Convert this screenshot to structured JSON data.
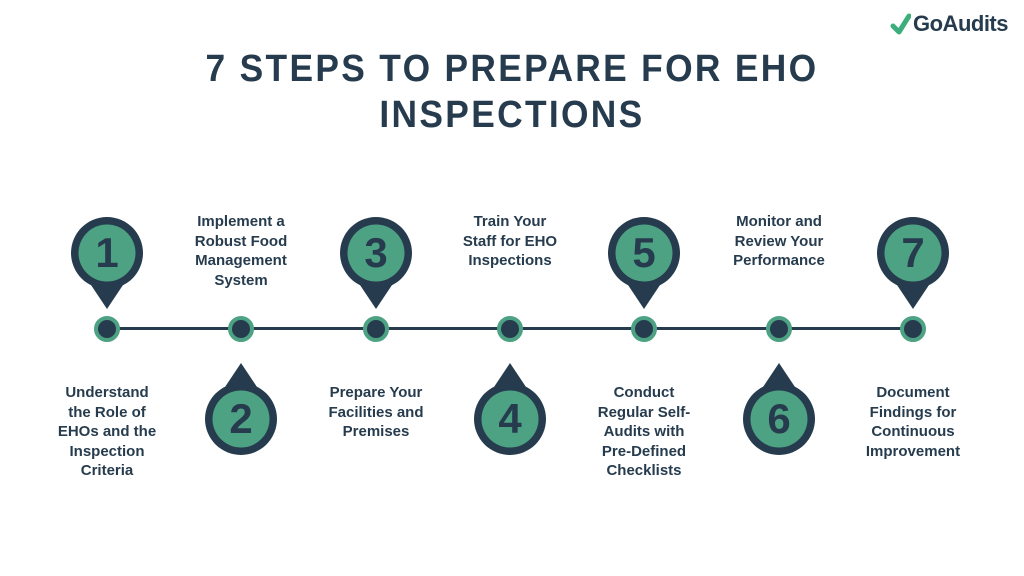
{
  "colors": {
    "navy": "#263C4E",
    "green": "#4EA284",
    "logogreen": "#3BAE7C",
    "bg": "#FFFFFF"
  },
  "brand": {
    "logo_text": "GoAudits",
    "checkmark_icon": "green-checkmark"
  },
  "title": {
    "line1": "7 STEPS TO PREPARE FOR EHO",
    "line2": "INSPECTIONS"
  },
  "steps": [
    {
      "number": "1",
      "pin_position": "above",
      "label": "Understand\nthe Role of\nEHOs and the\nInspection\nCriteria"
    },
    {
      "number": "2",
      "pin_position": "below",
      "label": "Implement a\nRobust Food\nManagement\nSystem"
    },
    {
      "number": "3",
      "pin_position": "above",
      "label": "Prepare Your\nFacilities and\nPremises"
    },
    {
      "number": "4",
      "pin_position": "below",
      "label": "Train Your\nStaff for EHO\nInspections"
    },
    {
      "number": "5",
      "pin_position": "above",
      "label": "Conduct\nRegular Self-\nAudits with\nPre-Defined\nChecklists"
    },
    {
      "number": "6",
      "pin_position": "below",
      "label": "Monitor and\nReview Your\nPerformance"
    },
    {
      "number": "7",
      "pin_position": "above",
      "label": "Document\nFindings for\nContinuous\nImprovement"
    }
  ]
}
